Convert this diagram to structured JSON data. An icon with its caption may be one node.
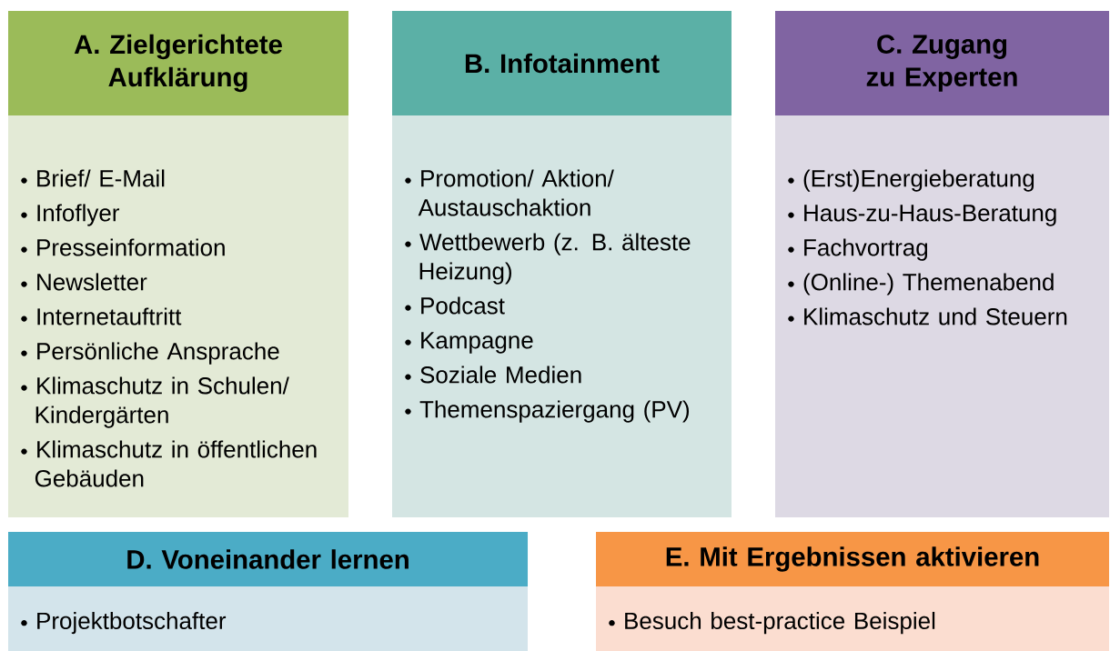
{
  "diagram": {
    "nodes": [
      {
        "text": [
          "A. Zielgerichtete Aufklärung",
          "Brief/ E-Mail",
          "Infoflyer",
          "Presseinformation",
          "Newsletter",
          "Internetauftritt",
          "Persönliche Ansprache",
          "Klimaschutz in Schulen/ Kindergärten",
          "Klimaschutz in öffentlichen Gebäuden"
        ]
      },
      {
        "text": [
          "B. Infotainment",
          "Promotion/ Aktion/ Austauschaktion",
          "Wettbewerb (z. B. älteste Heizung)",
          "Podcast",
          "Kampagne",
          "Soziale Medien",
          "Themenspaziergang (PV)"
        ]
      },
      {
        "text": [
          "C. Zugang zu Experten",
          "(Erst)Energieberatung",
          "Haus-zu-Haus-Beratung",
          "Fachvortrag",
          "(Online-) Themenabend",
          "Klimaschutz und Steuern"
        ]
      },
      {
        "text": [
          "D. Voneinander lernen",
          "Projektbotschafter"
        ]
      },
      {
        "text": [
          "E. Mit Ergebnissen aktivieren",
          "Besuch best-practice Beispiel"
        ]
      }
    ]
  }
}
